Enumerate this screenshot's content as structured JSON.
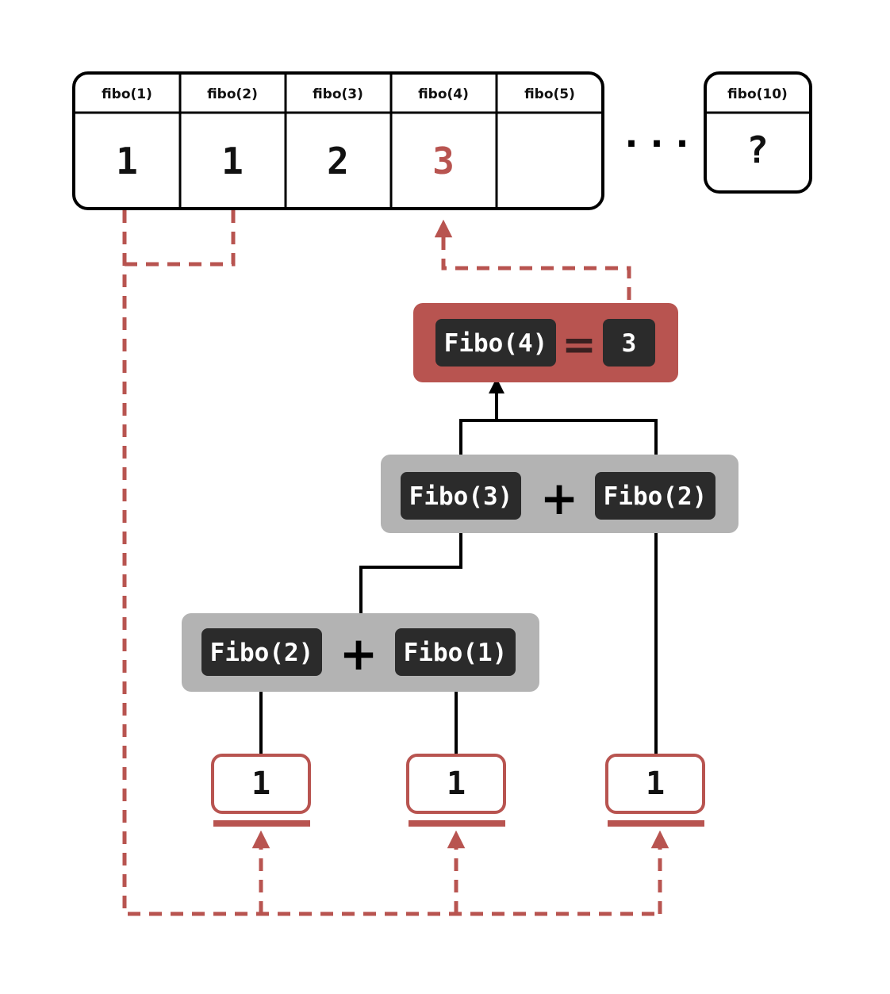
{
  "memo_table": {
    "headers": [
      "fibo(1)",
      "fibo(2)",
      "fibo(3)",
      "fibo(4)",
      "fibo(5)"
    ],
    "values": [
      "1",
      "1",
      "2",
      "3",
      ""
    ],
    "highlight_index": 3,
    "ellipsis": ". . .",
    "last_header": "fibo(10)",
    "last_value": "?"
  },
  "result": {
    "left": "Fibo(4)",
    "op": "=",
    "right": "3"
  },
  "level2": {
    "left": "Fibo(3)",
    "op": "+",
    "right": "Fibo(2)"
  },
  "level1": {
    "left": "Fibo(2)",
    "op": "+",
    "right": "Fibo(1)"
  },
  "leaves": [
    "1",
    "1",
    "1"
  ],
  "colors": {
    "accent": "#b85450",
    "gray_box": "#b3b3b3",
    "dark_box": "#2b2b2b",
    "line": "#000000"
  }
}
